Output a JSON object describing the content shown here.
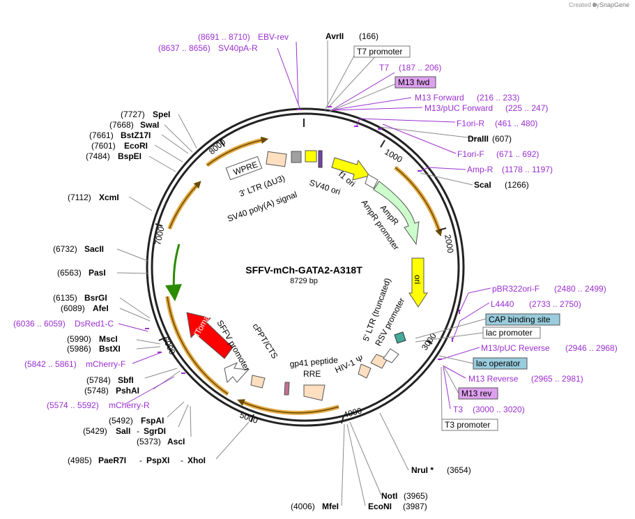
{
  "credit": "Created by",
  "brand": "SnapGene",
  "plasmid": {
    "name": "SFFV-mCh-GATA2-A318T",
    "size": "8729 bp"
  },
  "ticks": [
    "1000",
    "2000",
    "3000",
    "4000",
    "5000",
    "6000",
    "7000",
    "8000"
  ],
  "sites": {
    "avrii": {
      "name": "AvrII",
      "pos": "(166)"
    },
    "drai": {
      "name": "DraIII",
      "pos": "(607)"
    },
    "scai": {
      "name": "ScaI",
      "pos": "(1266)"
    },
    "nrui": {
      "name": "NruI *",
      "pos": "(3654)"
    },
    "noti": {
      "name": "NotI",
      "pos": "(3965)"
    },
    "econi": {
      "name": "EcoNI",
      "pos": "(3987)"
    },
    "mfei": {
      "name": "MfeI",
      "pos": "(4006)"
    },
    "paer7i": {
      "name": "PaeR7I",
      "pos": "(4985)"
    },
    "pspxi": {
      "name": "PspXI"
    },
    "xhoi": {
      "name": "XhoI"
    },
    "asci": {
      "name": "AscI",
      "pos": "(5373)"
    },
    "sali": {
      "name": "SalI",
      "pos": "(5429)"
    },
    "sgrdi": {
      "name": "SgrDI"
    },
    "fspai": {
      "name": "FspAI",
      "pos": "(5492)"
    },
    "pshai": {
      "name": "PshAI",
      "pos": "(5748)"
    },
    "sbfi": {
      "name": "SbfI",
      "pos": "(5784)"
    },
    "bstxi": {
      "name": "BstXI",
      "pos": "(5986)"
    },
    "msci": {
      "name": "MscI",
      "pos": "(5990)"
    },
    "afei": {
      "name": "AfeI",
      "pos": "(6089)"
    },
    "bsrgi": {
      "name": "BsrGI",
      "pos": "(6135)"
    },
    "pasi": {
      "name": "PasI",
      "pos": "(6563)"
    },
    "sacii": {
      "name": "SacII",
      "pos": "(6732)"
    },
    "xcmi": {
      "name": "XcmI",
      "pos": "(7112)"
    },
    "bspei": {
      "name": "BspEI",
      "pos": "(7484)"
    },
    "ecori": {
      "name": "EcoRI",
      "pos": "(7601)"
    },
    "bstz17i": {
      "name": "BstZ17I",
      "pos": "(7661)"
    },
    "swai": {
      "name": "SwaI",
      "pos": "(7668)"
    },
    "spei": {
      "name": "SpeI",
      "pos": "(7727)"
    }
  },
  "primers": {
    "ebv_rev": {
      "pos": "(8691 .. 8710)",
      "name": "EBV-rev"
    },
    "sv40pa_r": {
      "pos": "(8637 .. 8656)",
      "name": "SV40pA-R"
    },
    "t7": {
      "name": "T7",
      "pos": "(187 .. 206)"
    },
    "m13_forward": {
      "name": "M13 Forward",
      "pos": "(216 .. 233)"
    },
    "m13puc_forward": {
      "name": "M13/pUC Forward",
      "pos": "(225 .. 247)"
    },
    "f1ori_r": {
      "name": "F1ori-R",
      "pos": "(461 .. 480)"
    },
    "f1ori_f": {
      "name": "F1ori-F",
      "pos": "(671 .. 692)"
    },
    "amp_r": {
      "name": "Amp-R",
      "pos": "(1178 .. 1197)"
    },
    "pbr322": {
      "name": "pBR322ori-F",
      "pos": "(2480 .. 2499)"
    },
    "l4440": {
      "name": "L4440",
      "pos": "(2733 .. 2750)"
    },
    "m13puc_reverse": {
      "name": "M13/pUC Reverse",
      "pos": "(2946 .. 2968)"
    },
    "m13_reverse": {
      "name": "M13 Reverse",
      "pos": "(2965 .. 2981)"
    },
    "t3": {
      "name": "T3",
      "pos": "(3000 .. 3020)"
    },
    "mcherry_f": {
      "name": "mCherry-F",
      "pos": "(5842 .. 5861)"
    },
    "mcherry_r": {
      "name": "mCherry-R",
      "pos": "(5574 .. 5592)"
    },
    "dsred1_c": {
      "name": "DsRed1-C",
      "pos": "(6036 .. 6059)"
    }
  },
  "boxed": {
    "t7_promoter": "T7 promoter",
    "m13_fwd": "M13 fwd",
    "cap": "CAP binding site",
    "lac_promoter": "lac promoter",
    "lac_operator": "lac operator",
    "m13_rev": "M13 rev",
    "t3_promoter": "T3 promoter"
  },
  "features": {
    "wpre": "WPRE",
    "ltr3": "3' LTR (ΔU3)",
    "sv40pa": "SV40 poly(A) signal",
    "sv40ori": "SV40 ori",
    "f1ori": "f1 ori",
    "ampr": "AmpR",
    "ampr_promoter": "AmpR promoter",
    "ori": "ori",
    "ltr5": "5' LTR (truncated)",
    "rsv": "RSV promoter",
    "hiv": "HIV-1 Ψ",
    "rre": "RRE",
    "gp41": "gp41 peptide",
    "cppt": "cPPT/CTS",
    "sffv": "SFFV promoter",
    "dtomato": "dTomato"
  },
  "colors": {
    "ampr": "#ccffcc",
    "ori": "#ffff00",
    "f1ori": "#ffff00",
    "dtomato": "#ff0000",
    "ltr": "#ffdfc0",
    "primer": "#9b2fd0",
    "arc": "#e0a030",
    "boxed_purple": "#dda0ee",
    "boxed_teal": "#99ccdd"
  }
}
